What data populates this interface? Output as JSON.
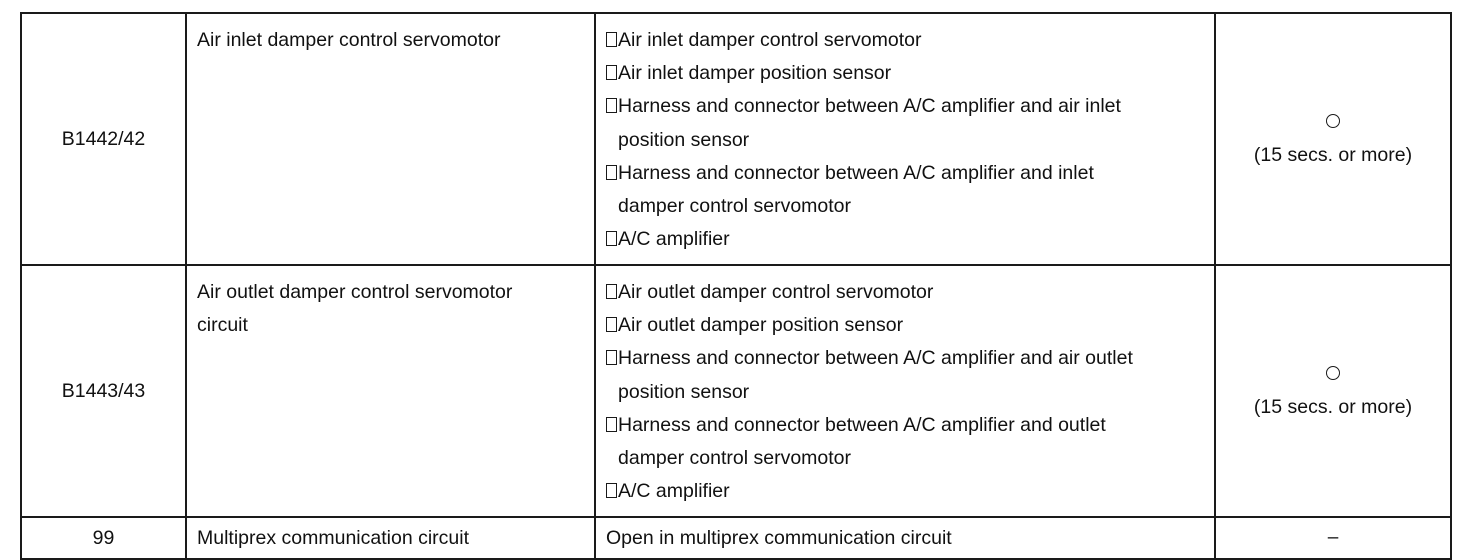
{
  "rows": [
    {
      "code": "B1442/42",
      "item": "Air inlet damper control servomotor",
      "areas": [
        {
          "lines": [
            "Air inlet damper control servomotor"
          ]
        },
        {
          "lines": [
            "Air inlet damper position sensor"
          ]
        },
        {
          "lines": [
            "Harness and connector between A/C amplifier and air inlet",
            "position sensor"
          ]
        },
        {
          "lines": [
            "Harness and connector between A/C amplifier and inlet",
            "damper control servomotor"
          ]
        },
        {
          "lines": [
            "A/C amplifier"
          ]
        }
      ],
      "check_symbol": "circle-icon",
      "check_note": "(15 secs. or more)"
    },
    {
      "code": "B1443/43",
      "item_lines": [
        "Air outlet damper control servomotor",
        "circuit"
      ],
      "areas": [
        {
          "lines": [
            "Air outlet damper control servomotor"
          ]
        },
        {
          "lines": [
            "Air outlet damper position sensor"
          ]
        },
        {
          "lines": [
            "Harness and connector between A/C amplifier and air outlet",
            "position sensor"
          ]
        },
        {
          "lines": [
            "Harness and connector between A/C amplifier and outlet",
            "damper control servomotor"
          ]
        },
        {
          "lines": [
            "A/C amplifier"
          ]
        }
      ],
      "check_symbol": "circle-icon",
      "check_note": "(15 secs. or more)"
    },
    {
      "code": "99",
      "item": "Multiprex communication circuit",
      "area": "Open in multiprex communication circuit",
      "check": "–"
    }
  ]
}
